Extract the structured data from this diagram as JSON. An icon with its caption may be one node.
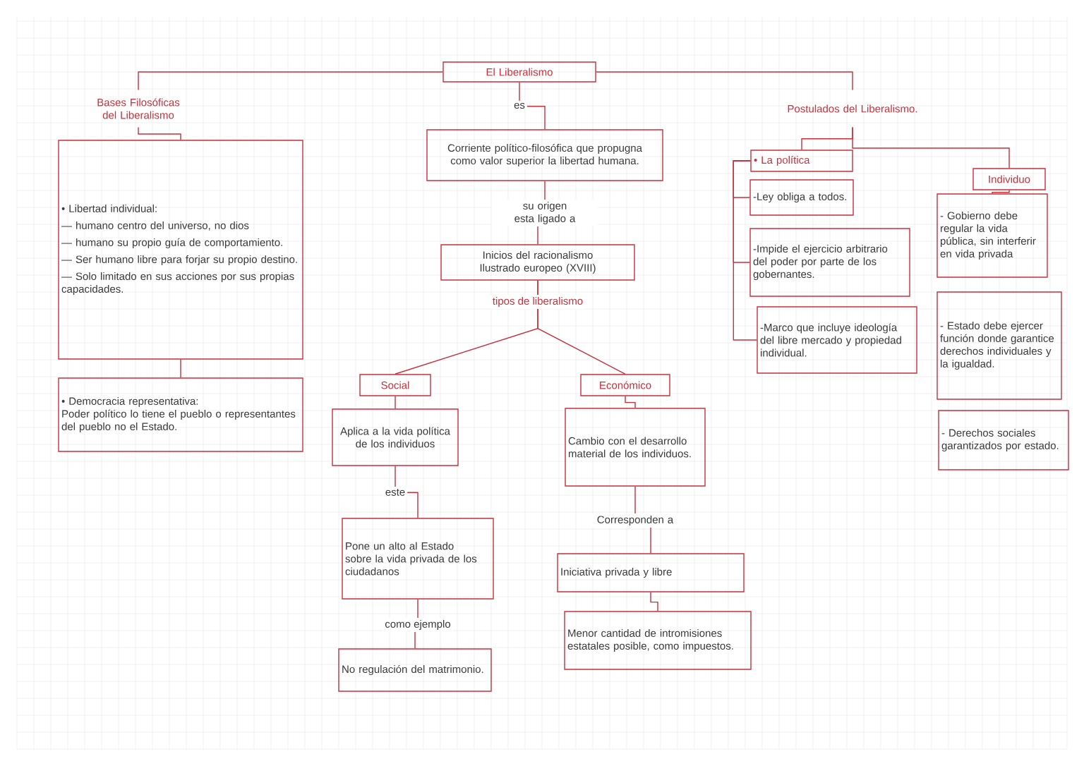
{
  "diagram": {
    "nodes": [
      {
        "text": [
          "El Liberalismo"
        ]
      },
      {
        "text": [
          "Bases Filosóficas del Liberalismo"
        ]
      },
      {
        "text": [
          "Postulados del Liberalismo."
        ]
      },
      {
        "text": [
          "• Libertad individual:",
          "— humano centro del universo, no dios",
          "— humano su propio guía de comportamiento.",
          "— Ser humano libre para forjar su propio destino.",
          "— Solo limitado en sus acciones por sus propias capacidades."
        ]
      },
      {
        "text": [
          "• Democracia representativa:",
          "Poder político lo tiene el pueblo o representantes del pueblo no el Estado."
        ]
      },
      {
        "text": [
          "Corriente político-filosófica que propugna como valor superior la libertad humana."
        ]
      },
      {
        "text": [
          "Inicios del racionalismo Ilustrado europeo (XVIII)"
        ]
      },
      {
        "text": [
          "Social"
        ]
      },
      {
        "text": [
          "Económico"
        ]
      },
      {
        "text": [
          "Aplica a la vida política de los individuos"
        ]
      },
      {
        "text": [
          "Pone un alto al Estado sobre la vida privada de los ciudadanos"
        ]
      },
      {
        "text": [
          "No regulación del matrimonio."
        ]
      },
      {
        "text": [
          "Cambio con el desarrollo material de los individuos."
        ]
      },
      {
        "text": [
          "Iniciativa privada y libre"
        ]
      },
      {
        "text": [
          "Menor cantidad de intromisiones estatales posible, como impuestos."
        ]
      },
      {
        "text": [
          "• La política"
        ]
      },
      {
        "text": [
          "-Ley obliga a todos."
        ]
      },
      {
        "text": [
          "-Impide el ejercicio arbitrario del poder por parte de los gobernantes."
        ]
      },
      {
        "text": [
          "-Marco que incluye ideología del libre mercado y propiedad individual."
        ]
      },
      {
        "text": [
          "Individuo"
        ]
      },
      {
        "text": [
          "- Gobierno debe regular la vida pública, sin interferir en vida privada"
        ]
      },
      {
        "text": [
          "- Estado debe ejercer función donde garantice derechos individuales y la igualdad."
        ]
      },
      {
        "text": [
          "- Derechos sociales garantizados por estado."
        ]
      }
    ],
    "edges": [
      {
        "from": 0,
        "to": 1,
        "arrow": "none"
      },
      {
        "from": 0,
        "to": 2,
        "arrow": "none"
      },
      {
        "from": 0,
        "to": 5,
        "arrow": "none",
        "label": "es"
      },
      {
        "from": 1,
        "to": 3,
        "arrow": "none"
      },
      {
        "from": 3,
        "to": 4,
        "arrow": "none"
      },
      {
        "from": 2,
        "to": 15,
        "arrow": "none"
      },
      {
        "from": 2,
        "to": 19,
        "arrow": "none"
      },
      {
        "from": 15,
        "to": 16,
        "arrow": "none"
      },
      {
        "from": 15,
        "to": 17,
        "arrow": "none"
      },
      {
        "from": 15,
        "to": 18,
        "arrow": "none"
      },
      {
        "from": 19,
        "to": 20,
        "arrow": "none"
      },
      {
        "from": 5,
        "to": 6,
        "arrow": "none",
        "label": "su origen esta ligado a"
      },
      {
        "from": 6,
        "to": 7,
        "arrow": "none",
        "label": "tipos de liberalismo"
      },
      {
        "from": 6,
        "to": 8,
        "arrow": "none"
      },
      {
        "from": 7,
        "to": 9,
        "arrow": "none"
      },
      {
        "from": 9,
        "to": 10,
        "arrow": "none",
        "label": "este"
      },
      {
        "from": 10,
        "to": 11,
        "arrow": "none",
        "label": "como ejemplo"
      },
      {
        "from": 8,
        "to": 12,
        "arrow": "none"
      },
      {
        "from": 12,
        "to": 13,
        "arrow": "none",
        "label": "Corresponden a"
      },
      {
        "from": 13,
        "to": 14,
        "arrow": "none"
      }
    ]
  }
}
